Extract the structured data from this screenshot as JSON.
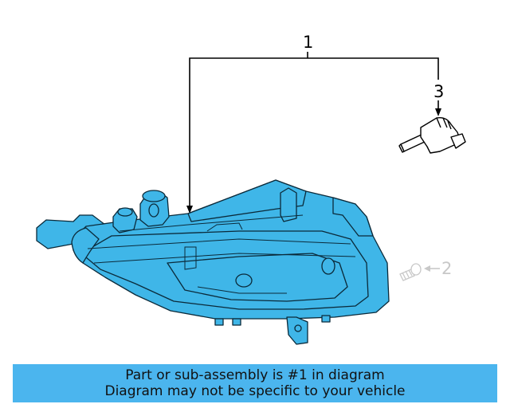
{
  "callouts": {
    "part_1": "1",
    "part_2": "2",
    "part_3": "3"
  },
  "banner": {
    "line1": "Part or sub-assembly is #1 in diagram",
    "line2": "Diagram may not be specific to your vehicle"
  },
  "colors": {
    "highlight": "#3fb6e8",
    "banner": "#4bb5ee",
    "line": "#000000",
    "faded": "#c8c8c8"
  }
}
